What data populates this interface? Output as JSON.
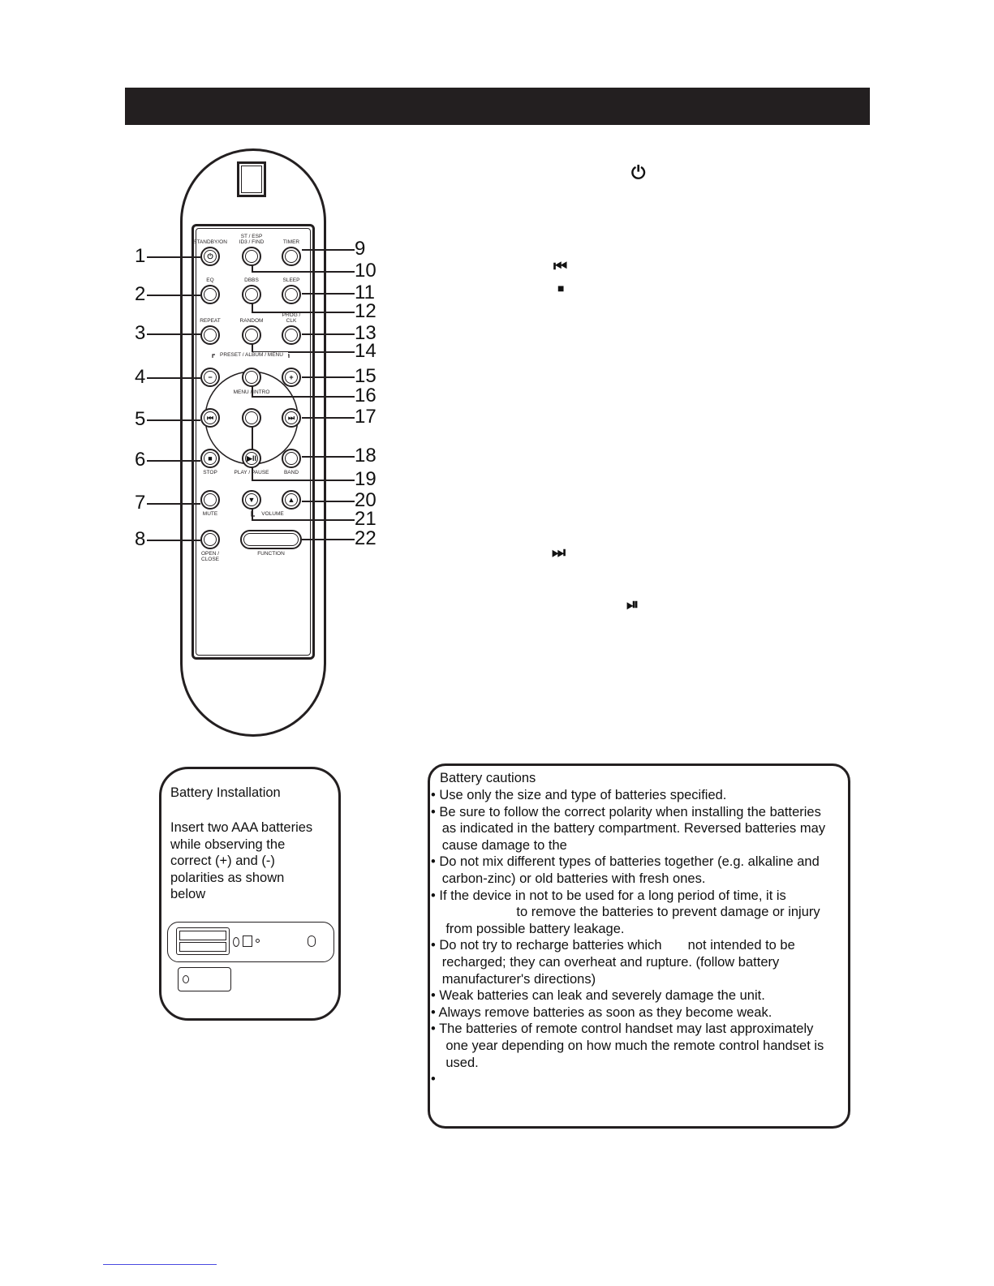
{
  "header": {
    "title": ""
  },
  "remote": {
    "buttons": [
      {
        "label": "STANDBY/ON",
        "glyph": "⏻"
      },
      {
        "label": "ST / ESP\nID3 / FIND",
        "glyph": ""
      },
      {
        "label": "TIMER",
        "glyph": ""
      },
      {
        "label": "EQ",
        "glyph": ""
      },
      {
        "label": "DBBS",
        "glyph": ""
      },
      {
        "label": "SLEEP",
        "glyph": ""
      },
      {
        "label": "REPEAT",
        "glyph": ""
      },
      {
        "label": "RANDOM",
        "glyph": ""
      },
      {
        "label": "PROG /\nCLK",
        "glyph": ""
      },
      {
        "label": "",
        "glyph": "−"
      },
      {
        "label": "MENU / INTRO",
        "glyph": ""
      },
      {
        "label": "",
        "glyph": "+"
      },
      {
        "label": "",
        "glyph": "⏮"
      },
      {
        "label": "",
        "glyph": ""
      },
      {
        "label": "",
        "glyph": "⏭"
      },
      {
        "label": "STOP",
        "glyph": "■"
      },
      {
        "label": "PLAY / PAUSE",
        "glyph": "▶II"
      },
      {
        "label": "BAND",
        "glyph": ""
      },
      {
        "label": "MUTE",
        "glyph": ""
      },
      {
        "label": "",
        "glyph": "▼"
      },
      {
        "label": "",
        "glyph": "▲"
      },
      {
        "label": "OPEN /\nCLOSE",
        "glyph": ""
      },
      {
        "label": "FUNCTION",
        "glyph": ""
      }
    ],
    "group_labels": {
      "preset": "PRESET / ALBUM / MENU",
      "volume": "VOLUME"
    },
    "callouts": [
      "1",
      "2",
      "3",
      "4",
      "5",
      "6",
      "7",
      "8",
      "9",
      "10",
      "11",
      "12",
      "13",
      "14",
      "15",
      "16",
      "17",
      "18",
      "19",
      "20",
      "21",
      "22"
    ]
  },
  "side_icons": {
    "power": "⏻",
    "prev": "⏮",
    "stop": "■",
    "next": "⏭",
    "play_pause": "⏯"
  },
  "battery_installation": {
    "title": "Battery Installation",
    "body": "Insert two AAA batteries\nwhile observing the\ncorrect (+) and (-)\npolarities as shown\nbelow"
  },
  "battery_cautions": {
    "title": "Battery cautions",
    "lines": [
      "• Use only the size and type of batteries specified.",
      "• Be sure to follow the correct polarity when installing the batteries",
      "   as indicated in the battery compartment. Reversed batteries may",
      "   cause damage to the",
      "• Do not mix different types of batteries together (e.g. alkaline and",
      "   carbon-zinc) or old batteries with fresh ones.",
      "• If the device in not to be used for a long period of time, it is",
      "                       to remove the batteries to prevent damage or injury",
      "    from possible battery leakage.",
      "• Do not try to recharge batteries which       not intended to be",
      "   recharged; they can overheat and rupture. (follow battery",
      "   manufacturer's directions)",
      "• Weak batteries can leak and severely damage the unit.",
      "• Always remove batteries as soon as they become weak.",
      "• The batteries of remote control handset may last approximately",
      "    one year depending on how much the remote control handset is",
      "    used.",
      "•"
    ]
  }
}
